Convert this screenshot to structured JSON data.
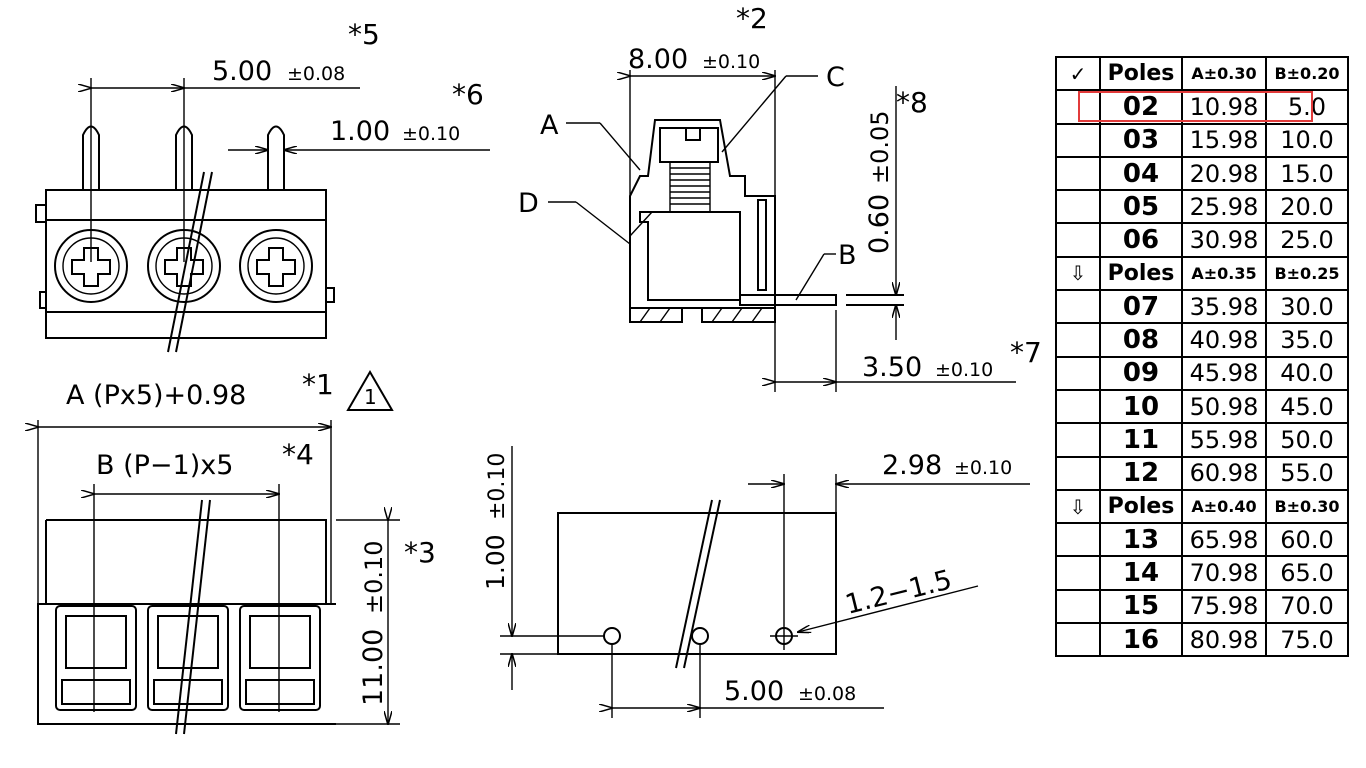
{
  "annotations": {
    "pitch": {
      "value": "5.00",
      "tol": "±0.08",
      "note": "*5"
    },
    "pin_width": {
      "value": "1.00",
      "tol": "±0.10",
      "note": "*6"
    },
    "body_width": {
      "value": "8.00",
      "tol": "±0.10",
      "note": "*2"
    },
    "pin_thickness": {
      "value": "0.60",
      "tol": "±0.05",
      "note": "*8"
    },
    "pin_length": {
      "value": "3.50",
      "tol": "±0.10",
      "note": "*7"
    },
    "dim_a": {
      "text": "A (Px5)+0.98",
      "note": "*1",
      "warn": "1"
    },
    "dim_b": {
      "text": "B (P−1)x5",
      "note": "*4"
    },
    "height": {
      "value": "11.00",
      "tol": "±0.10",
      "note": "*3"
    },
    "pcb_edge": {
      "value": "2.98",
      "tol": "±0.10"
    },
    "pcb_offset": {
      "value": "1.00",
      "tol": "±0.10"
    },
    "hole_dia": "1.2−1.5",
    "pcb_pitch": {
      "value": "5.00",
      "tol": "±0.08"
    },
    "labels": {
      "a": "A",
      "b": "B",
      "c": "C",
      "d": "D"
    }
  },
  "table": {
    "highlight_color": "#e23b3b",
    "groups": [
      {
        "marker": "✓",
        "header": [
          "Poles",
          "A±0.30",
          "B±0.20"
        ],
        "rows": [
          [
            "02",
            "10.98",
            "5.0"
          ],
          [
            "03",
            "15.98",
            "10.0"
          ],
          [
            "04",
            "20.98",
            "15.0"
          ],
          [
            "05",
            "25.98",
            "20.0"
          ],
          [
            "06",
            "30.98",
            "25.0"
          ]
        ]
      },
      {
        "marker": "⇩",
        "header": [
          "Poles",
          "A±0.35",
          "B±0.25"
        ],
        "rows": [
          [
            "07",
            "35.98",
            "30.0"
          ],
          [
            "08",
            "40.98",
            "35.0"
          ],
          [
            "09",
            "45.98",
            "40.0"
          ],
          [
            "10",
            "50.98",
            "45.0"
          ],
          [
            "11",
            "55.98",
            "50.0"
          ],
          [
            "12",
            "60.98",
            "55.0"
          ]
        ]
      },
      {
        "marker": "⇩",
        "header": [
          "Poles",
          "A±0.40",
          "B±0.30"
        ],
        "rows": [
          [
            "13",
            "65.98",
            "60.0"
          ],
          [
            "14",
            "70.98",
            "65.0"
          ],
          [
            "15",
            "75.98",
            "70.0"
          ],
          [
            "16",
            "80.98",
            "75.0"
          ]
        ]
      }
    ]
  }
}
